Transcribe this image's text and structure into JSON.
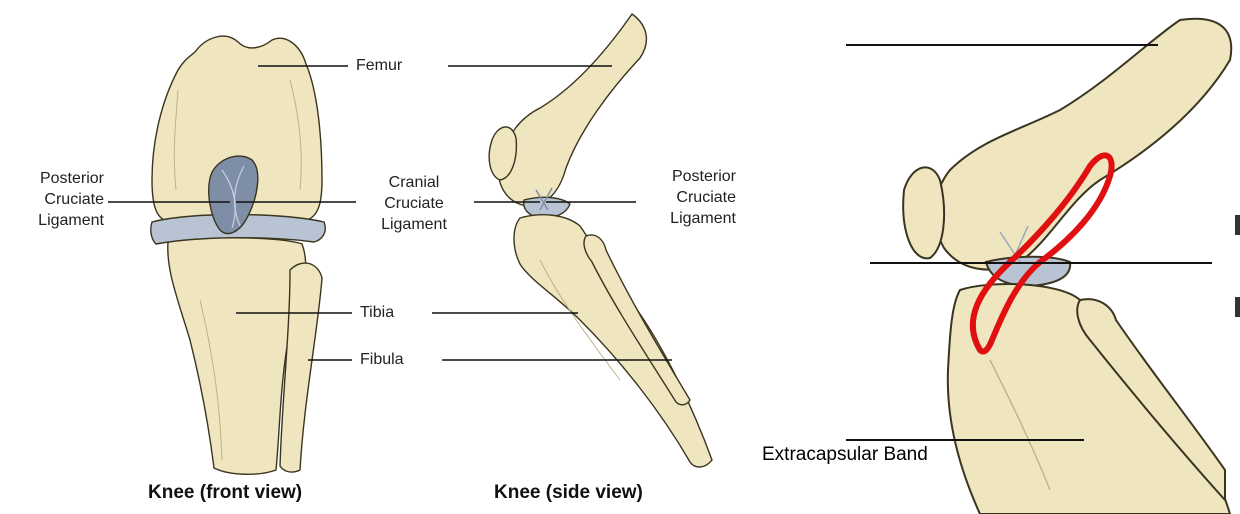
{
  "left_panel": {
    "labels": {
      "femur": "Femur",
      "posterior_front": [
        "Posterior",
        "Cruciate",
        "Ligament"
      ],
      "cranial": [
        "Cranial",
        "Cruciate",
        "Ligament"
      ],
      "posterior_side": [
        "Posterior",
        "Cruciate",
        "Ligament"
      ],
      "tibia": "Tibia",
      "fibula": "Fibula"
    },
    "captions": {
      "front": "Knee (front view)",
      "side": "Knee (side view)"
    }
  },
  "right_panel": {
    "band_label": "Extracapsular Band",
    "band_color": "#e01010"
  },
  "colors": {
    "bone": "#efe5bf",
    "bone_shadow": "#d8cc9c",
    "cartilage": "#b8c4d4",
    "ligament": "#7d8ea6",
    "outline": "#3a3520",
    "leader": "#111111"
  }
}
